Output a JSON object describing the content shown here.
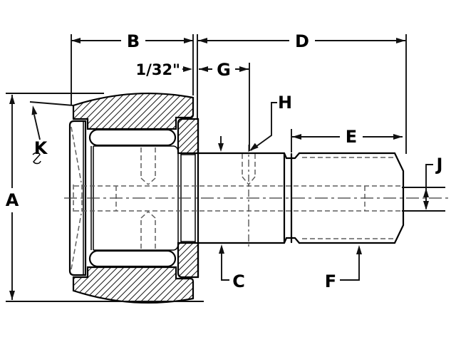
{
  "drawing": {
    "subject": "Stud-type cam follower bearing - sectioned dimension drawing",
    "labels": {
      "a": "A",
      "b": "B",
      "c": "C",
      "d": "D",
      "e": "E",
      "f": "F",
      "g": "G",
      "h": "H",
      "j": "J",
      "k": "K",
      "gap": "1/32\""
    },
    "colors": {
      "background": "#ffffff",
      "outline": "#000000",
      "hidden_line": "#5f5f5f",
      "centerline": "#3a3a3a"
    }
  }
}
